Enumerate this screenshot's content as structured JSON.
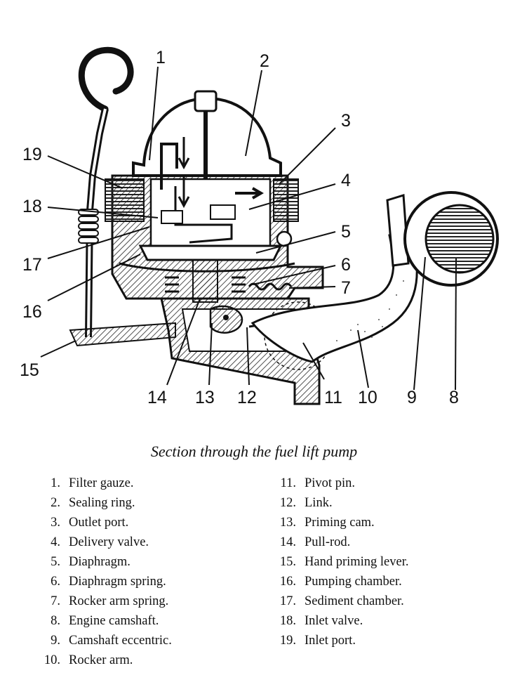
{
  "diagram": {
    "callouts": [
      "1",
      "2",
      "3",
      "4",
      "5",
      "6",
      "7",
      "8",
      "9",
      "10",
      "11",
      "12",
      "13",
      "14",
      "15",
      "16",
      "17",
      "18",
      "19"
    ]
  },
  "caption": "Section through the fuel lift pump",
  "legend": {
    "left": [
      {
        "num": "1.",
        "text": "Filter gauze."
      },
      {
        "num": "2.",
        "text": "Sealing ring."
      },
      {
        "num": "3.",
        "text": "Outlet port."
      },
      {
        "num": "4.",
        "text": "Delivery valve."
      },
      {
        "num": "5.",
        "text": "Diaphragm."
      },
      {
        "num": "6.",
        "text": "Diaphragm spring."
      },
      {
        "num": "7.",
        "text": "Rocker arm spring."
      },
      {
        "num": "8.",
        "text": "Engine camshaft."
      },
      {
        "num": "9.",
        "text": "Camshaft eccentric."
      },
      {
        "num": "10.",
        "text": "Rocker arm."
      }
    ],
    "right": [
      {
        "num": "11.",
        "text": "Pivot pin."
      },
      {
        "num": "12.",
        "text": "Link."
      },
      {
        "num": "13.",
        "text": "Priming cam."
      },
      {
        "num": "14.",
        "text": "Pull-rod."
      },
      {
        "num": "15.",
        "text": "Hand priming lever."
      },
      {
        "num": "16.",
        "text": "Pumping chamber."
      },
      {
        "num": "17.",
        "text": "Sediment chamber."
      },
      {
        "num": "18.",
        "text": "Inlet valve."
      },
      {
        "num": "19.",
        "text": "Inlet port."
      }
    ]
  }
}
